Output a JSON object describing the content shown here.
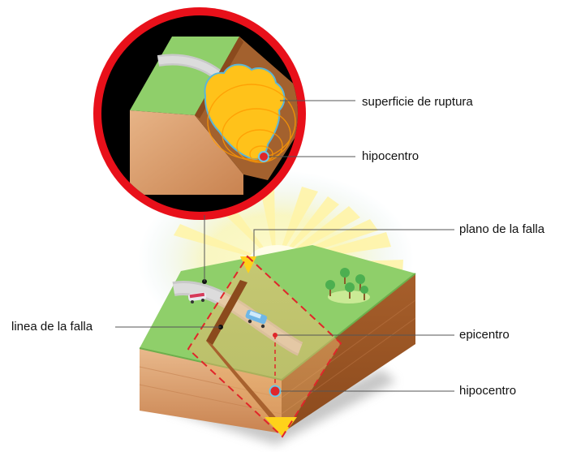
{
  "labels": {
    "rupture_surface": "superficie de ruptura",
    "hypocenter_inset": "hipocentro",
    "fault_plane": "plano de la falla",
    "fault_line": "linea de la falla",
    "epicenter": "epicentro",
    "hypocenter": "hipocentro"
  },
  "colors": {
    "inset_ring": "#e8101a",
    "inset_background": "#000000",
    "grass": "#8fcf6a",
    "soil": "#d89a68",
    "rupture_fill": "#ffc21a",
    "fault_plane_outline": "#e0262a",
    "epicenter_dot": "#e0262a",
    "sun_rays": "#fff4a0"
  }
}
